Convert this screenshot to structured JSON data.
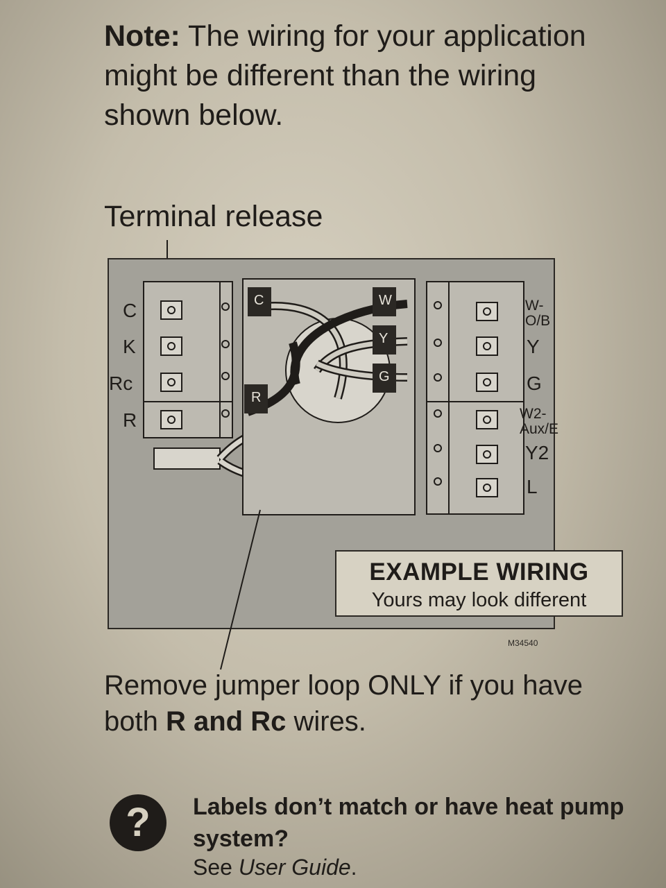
{
  "note": {
    "prefix": "Note:",
    "text": "The wiring for your application might be different than the wiring shown below."
  },
  "terminal_release_label": "Terminal release",
  "left_terminals": [
    "C",
    "K",
    "Rc",
    "R"
  ],
  "right_terminals": {
    "w_ob": "W-\nO/B",
    "y": "Y",
    "g": "G",
    "w2": "W2-\nAux/E",
    "y2": "Y2",
    "l": "L"
  },
  "wire_tags": [
    "C",
    "W",
    "Y",
    "G",
    "R"
  ],
  "example_box": {
    "title": "EXAMPLE WIRING",
    "subtitle": "Yours may look different"
  },
  "figure_code": "M34540",
  "jumper_note": {
    "prefix": "Remove jumper loop ONLY if you have both ",
    "bold": "R and Rc",
    "suffix": " wires."
  },
  "help": {
    "icon": "question-icon",
    "question": "Labels don’t match or have heat pump system?",
    "see": "See ",
    "guide": "User Guide",
    "period": "."
  }
}
